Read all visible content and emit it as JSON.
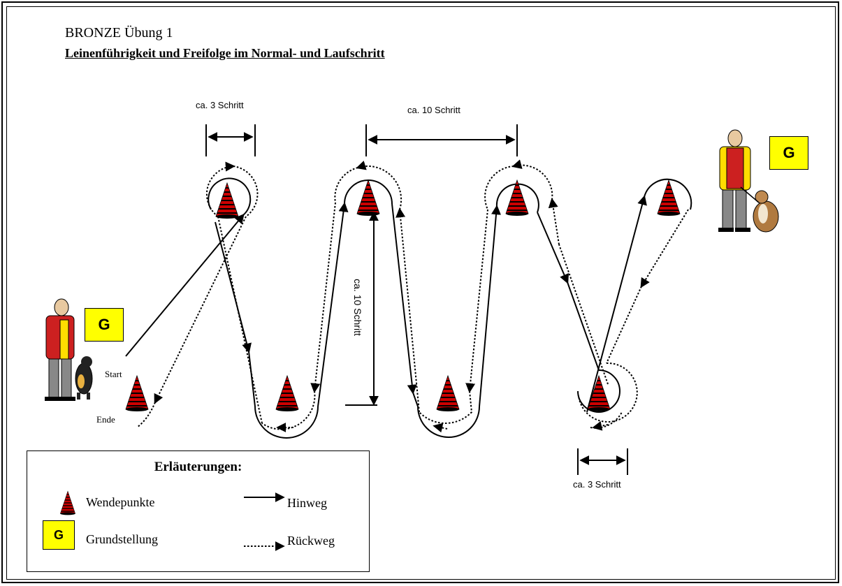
{
  "header": {
    "title": "BRONZE   Übung 1",
    "subtitle": "Leinenführigkeit und Freifolge im Normal- und  Laufschritt"
  },
  "labels": {
    "width_small_top": "ca. 3 Schritt",
    "width_large_top": "ca. 10 Schritt",
    "height_vertical": "ca. 10 Schritt",
    "width_small_bottom": "ca. 3 Schritt",
    "start": "Start",
    "end": "Ende"
  },
  "grundstellung_badge": "G",
  "legend": {
    "title": "Erläuterungen:",
    "turning_points": "Wendepunkte",
    "outward": "Hinweg",
    "basic_position": "Grundstellung",
    "return": "Rückweg",
    "g_badge": "G"
  },
  "colors": {
    "cone_red": "#cc0000",
    "cone_black": "#000000",
    "badge_yellow": "#ffff00",
    "vest_red": "#cc2020",
    "shirt_yellow": "#ffdd00"
  }
}
